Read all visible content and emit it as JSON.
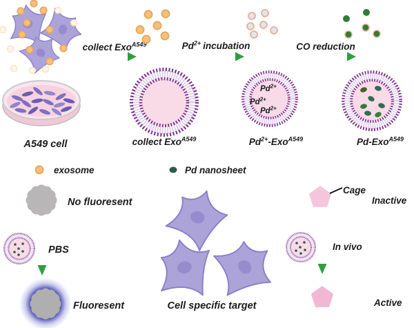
{
  "steps": {
    "arrow1": {
      "pre": "collect Exo",
      "sup": "A549"
    },
    "arrow2": {
      "pre": "Pd",
      "sup": "2+",
      "post": "incubation"
    },
    "arrow3": {
      "label": "CO reduction"
    }
  },
  "labels": {
    "a549_cell": "A549 cell",
    "vesicle1": {
      "pre": "collect Exo",
      "sup": "A549"
    },
    "vesicle2": {
      "p1": "Pd",
      "s1": "2+",
      "p2": "-Exo",
      "s2": "A549"
    },
    "vesicle3": {
      "pre": "Pd-Exo",
      "sup": "A549"
    },
    "pd_ion": {
      "pre": "Pd",
      "sup": "2+"
    }
  },
  "legend": {
    "exosome": "exosome",
    "pd_nanosheet": "Pd nanosheet"
  },
  "bottom": {
    "no_fluorescent": "No fluoresent",
    "pbs": "PBS",
    "fluorescent": "Fluoresent",
    "cell_target": "Cell specific target",
    "cage": "Cage",
    "inactive": "Inactive",
    "in_vivo": "In vivo",
    "active": "Active"
  },
  "colors": {
    "arrow_green": "#2f9e41",
    "membrane_purple": "#7a2d8a",
    "lumen_pink": "#f8dbe7",
    "cell_body_purple": "#aca3d9",
    "exosome_orange": "#f4c178",
    "pd_ion_blue": "#d9e6f3",
    "pd_nanosheet_green": "#2e6b4f",
    "cage_pink": "#f4c6dc",
    "fluorescent_glow_blue": "#5053b2",
    "flower_gray": "#b8b6b6"
  }
}
